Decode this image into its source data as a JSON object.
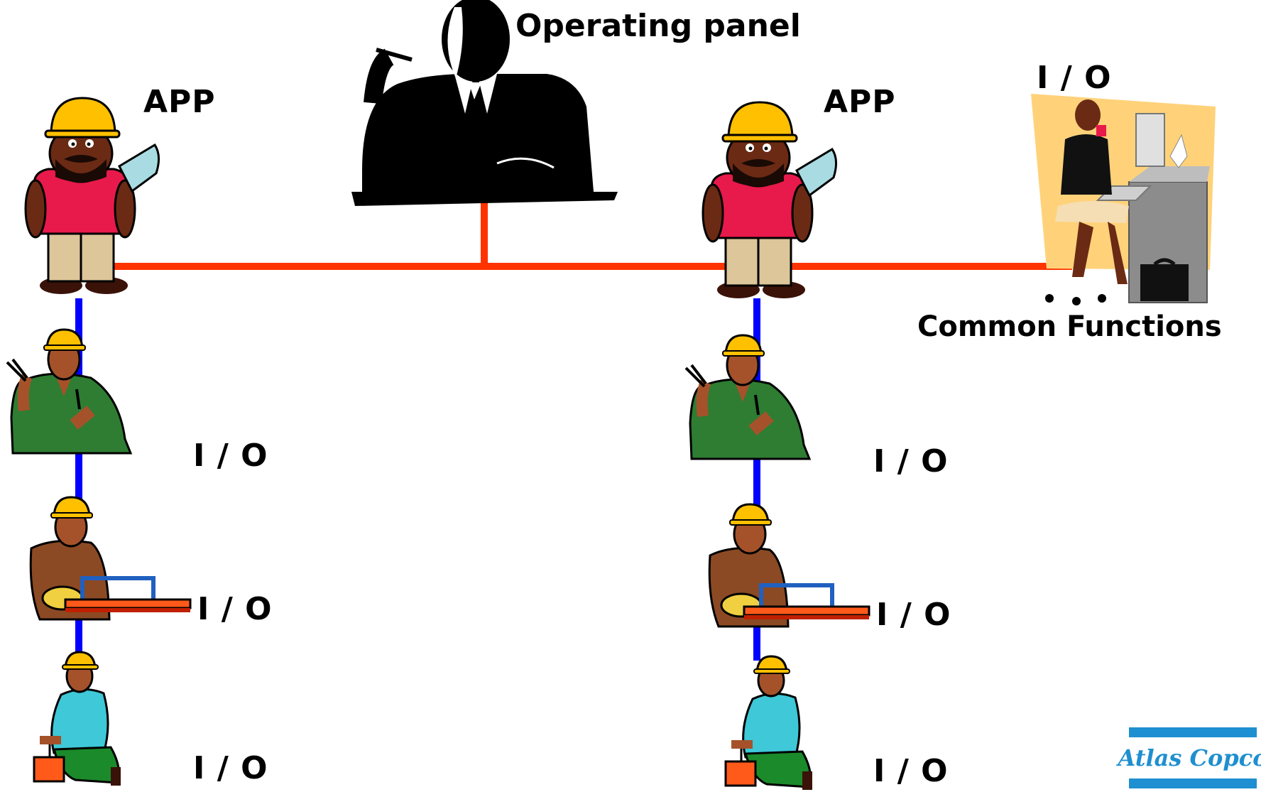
{
  "labels": {
    "operating_panel": "Operating panel",
    "app_left": "APP",
    "app_right": "APP",
    "io_top_right": "I / O",
    "common_functions": "Common Functions",
    "io_left_1": "I / O",
    "io_left_2": "I / O",
    "io_left_3": "I / O",
    "io_right_1": "I / O",
    "io_right_2": "I / O",
    "io_right_3": "I / O"
  },
  "logo": {
    "text": "Atlas Copco",
    "color": "#1e8fd0"
  },
  "colors": {
    "bus_line": "#ff3300",
    "io_line": "#0000ff",
    "hardhat": "#ffc000",
    "worker_shirt": "#e8194b",
    "background": "#ffffff"
  }
}
